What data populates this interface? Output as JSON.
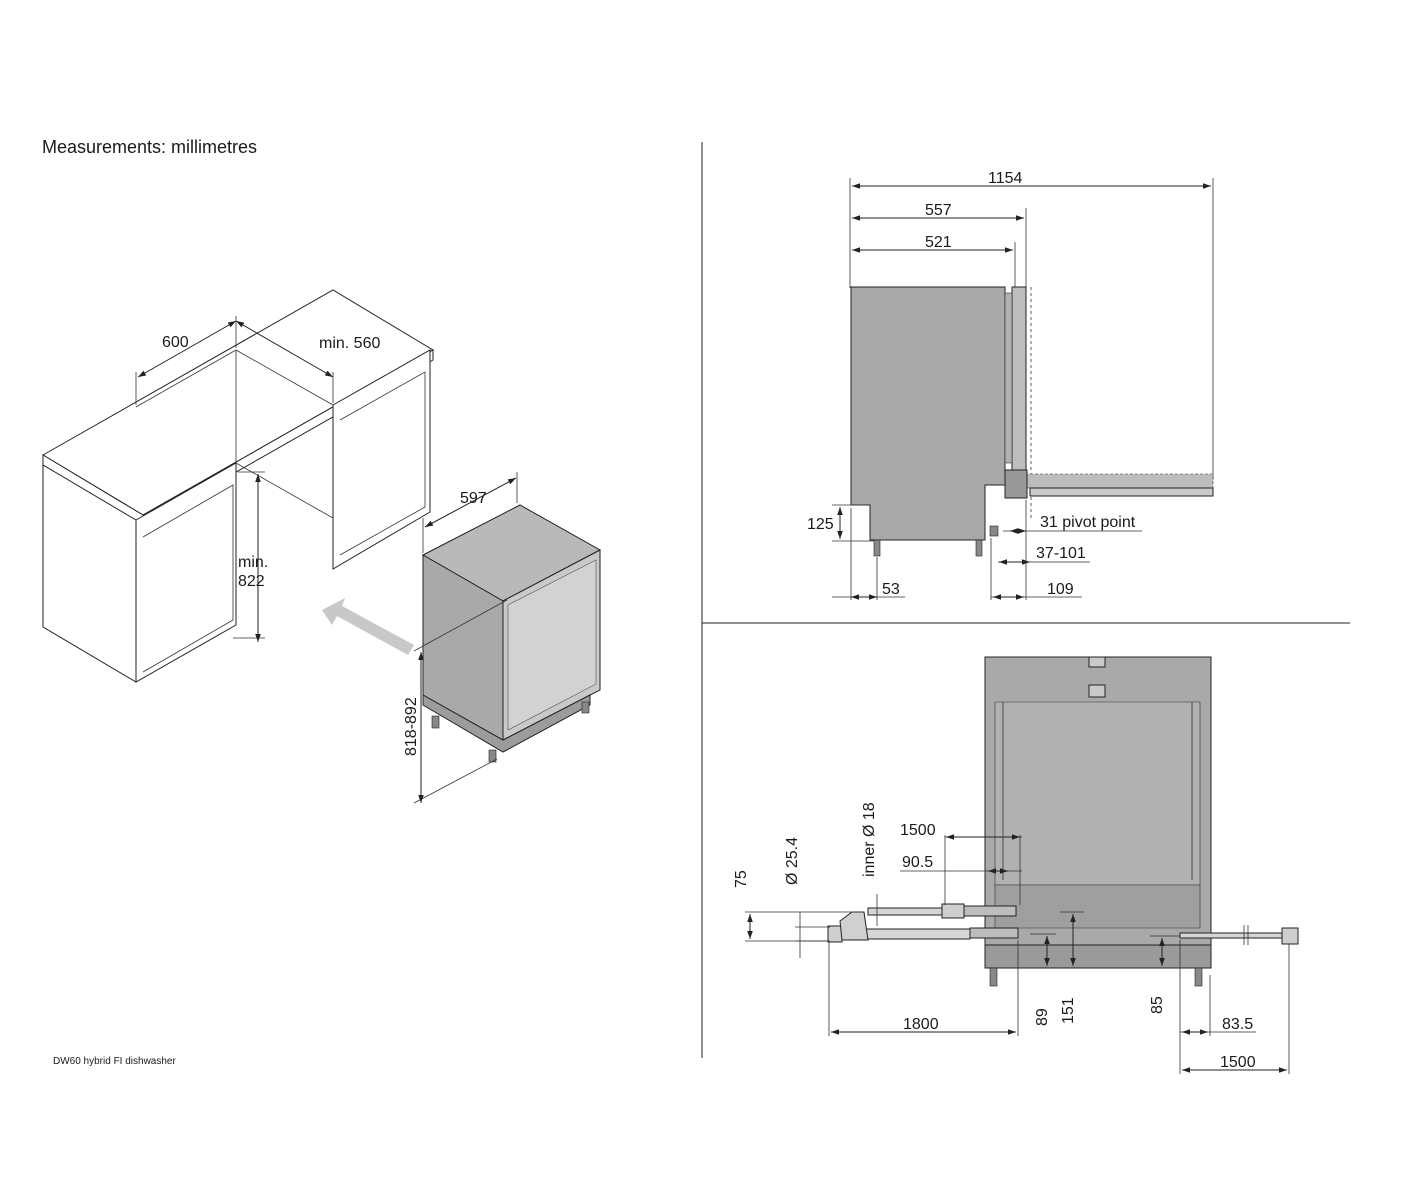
{
  "header": {
    "title": "Measurements: millimetres"
  },
  "footer": {
    "model": "DW60 hybrid FI dishwasher"
  },
  "colors": {
    "appliance": "#a9a9a9",
    "appliance_light": "#c9c9c9",
    "door": "#bdbdbd",
    "cabinet": "#ffffff",
    "arrow": "#c8c8c8",
    "line": "#222222"
  },
  "iso_view": {
    "niche_width": "600",
    "niche_depth": "min. 560",
    "niche_height_label_1": "min.",
    "niche_height_label_2": "822",
    "unit_width": "597",
    "unit_height": "818-892"
  },
  "side_view": {
    "overall_depth_door_open": "1154",
    "depth_with_door": "557",
    "body_depth": "521",
    "toe_height": "125",
    "pivot_point": "31 pivot point",
    "plinth_range": "37-101",
    "foot_offset": "53",
    "rear_offset": "109"
  },
  "rear_view": {
    "drain_hose_length": "1500",
    "inlet_offset": "90.5",
    "inlet_diameter": "inner Ø 18",
    "drain_diameter": "Ø 25.4",
    "height_75": "75",
    "inlet_hose_length": "1800",
    "height_89": "89",
    "height_151": "151",
    "height_85": "85",
    "cord_offset": "83.5",
    "power_cord_length": "1500"
  }
}
